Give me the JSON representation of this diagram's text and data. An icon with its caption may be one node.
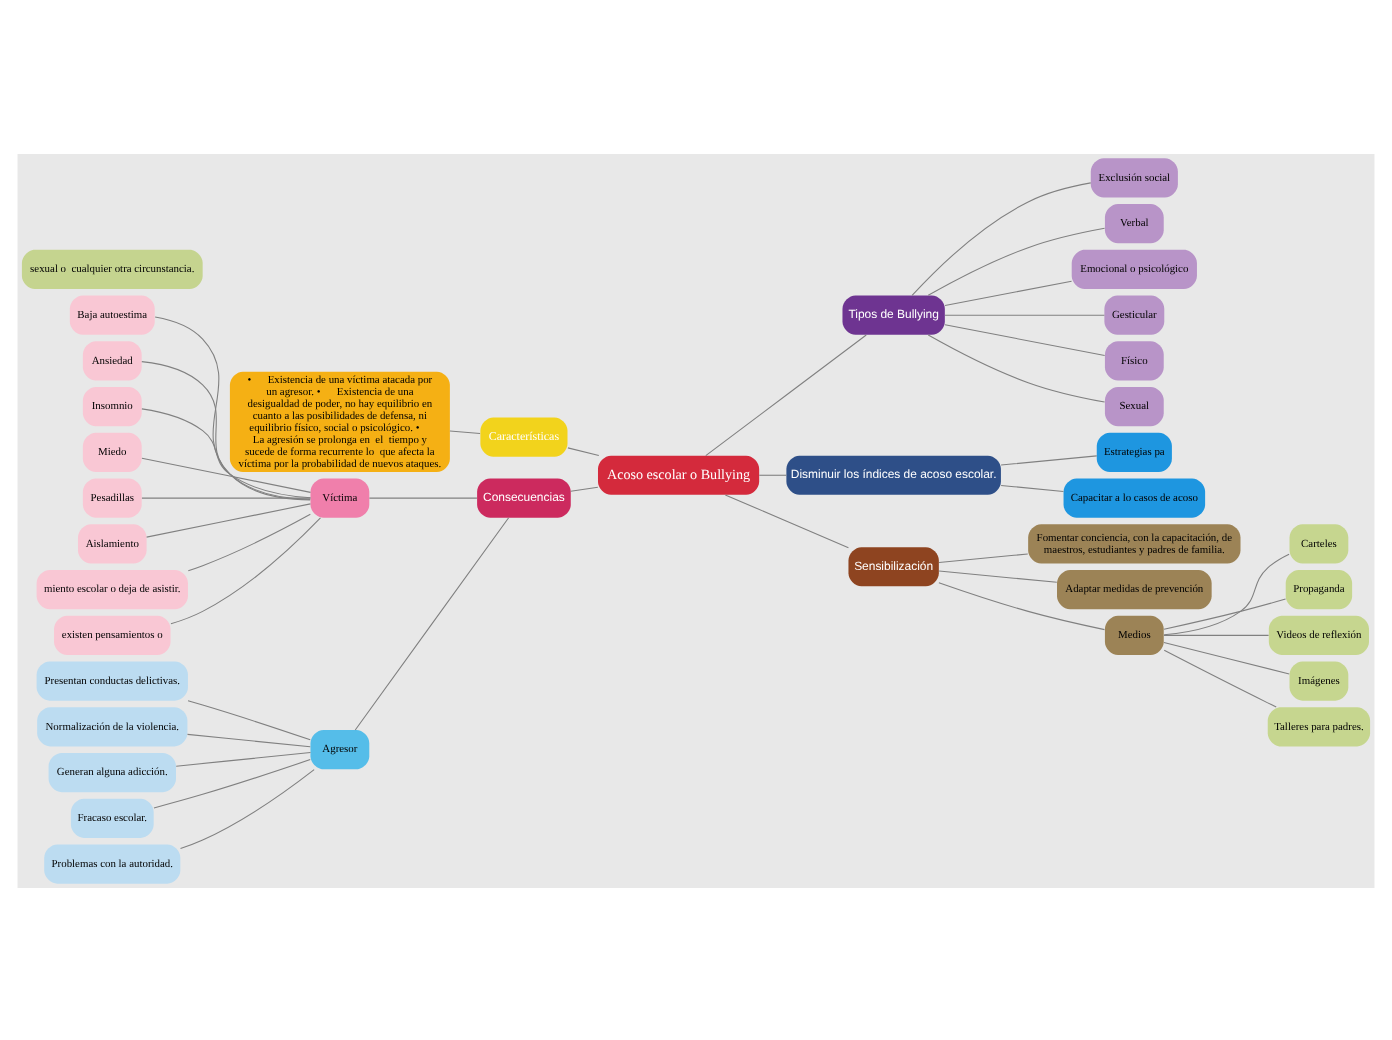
{
  "diagram": {
    "nodes": [
      {
        "text": [
          "Acoso escolar o Bullying"
        ]
      },
      {
        "text": [
          "sexual o  cualquier otra circunstancia."
        ]
      },
      {
        "text": [
          "Características"
        ]
      },
      {
        "text": [
          "•      Existencia de una víctima atacada por un agresor. •      Existencia de una desigualdad de poder, no hay equilibrio en cuanto a las posibilidades de defensa, ni  equilibrio físico, social o psicológico. •      La agresión se prolonga en  el  tiempo y sucede de forma recurrente lo  que afecta la víctima por la probabilidad de nuevos ataques."
        ]
      },
      {
        "text": [
          "Consecuencias"
        ]
      },
      {
        "text": [
          "Víctima"
        ]
      },
      {
        "text": [
          "Baja autoestima"
        ]
      },
      {
        "text": [
          "Ansiedad"
        ]
      },
      {
        "text": [
          "Insomnio"
        ]
      },
      {
        "text": [
          "Miedo"
        ]
      },
      {
        "text": [
          "Pesadillas"
        ]
      },
      {
        "text": [
          "Aislamiento"
        ]
      },
      {
        "text": [
          "miento escolar o deja de asistir."
        ]
      },
      {
        "text": [
          "existen pensamientos o"
        ]
      },
      {
        "text": [
          "Agresor"
        ]
      },
      {
        "text": [
          "Presentan conductas delictivas."
        ]
      },
      {
        "text": [
          "Normalización de la violencia."
        ]
      },
      {
        "text": [
          "Generan alguna adicción."
        ]
      },
      {
        "text": [
          "Fracaso escolar."
        ]
      },
      {
        "text": [
          "Problemas con la autoridad."
        ]
      },
      {
        "text": [
          "Tipos de Bullying"
        ]
      },
      {
        "text": [
          "Exclusión social"
        ]
      },
      {
        "text": [
          "Verbal"
        ]
      },
      {
        "text": [
          "Emocional o psicológico"
        ]
      },
      {
        "text": [
          "Gesticular"
        ]
      },
      {
        "text": [
          "Físico"
        ]
      },
      {
        "text": [
          "Sexual"
        ]
      },
      {
        "text": [
          "Disminuir los índices de acoso escolar."
        ]
      },
      {
        "text": [
          "Estrategias pa"
        ]
      },
      {
        "text": [
          "Capacitar a lo casos de acoso"
        ]
      },
      {
        "text": [
          "Sensibilización"
        ]
      },
      {
        "text": [
          "Fomentar conciencia, con la capacitación, de maestros, estudiantes y padres de familia."
        ]
      },
      {
        "text": [
          "Adaptar medidas de prevención"
        ]
      },
      {
        "text": [
          "Medios"
        ]
      },
      {
        "text": [
          "Carteles"
        ]
      },
      {
        "text": [
          "Propaganda"
        ]
      },
      {
        "text": [
          "Videos de reflexión"
        ]
      },
      {
        "text": [
          "Imágenes"
        ]
      },
      {
        "text": [
          "Talleres para padres."
        ]
      }
    ],
    "edges": [
      {
        "from": 0,
        "to": 2,
        "arrow": "none"
      },
      {
        "from": 2,
        "to": 3,
        "arrow": "none"
      },
      {
        "from": 0,
        "to": 4,
        "arrow": "none"
      },
      {
        "from": 4,
        "to": 5,
        "arrow": "none"
      },
      {
        "from": 5,
        "to": 6,
        "arrow": "none"
      },
      {
        "from": 5,
        "to": 7,
        "arrow": "none"
      },
      {
        "from": 5,
        "to": 8,
        "arrow": "none"
      },
      {
        "from": 5,
        "to": 9,
        "arrow": "none"
      },
      {
        "from": 5,
        "to": 10,
        "arrow": "none"
      },
      {
        "from": 5,
        "to": 11,
        "arrow": "none"
      },
      {
        "from": 5,
        "to": 12,
        "arrow": "none"
      },
      {
        "from": 5,
        "to": 13,
        "arrow": "none"
      },
      {
        "from": 4,
        "to": 14,
        "arrow": "none"
      },
      {
        "from": 14,
        "to": 15,
        "arrow": "none"
      },
      {
        "from": 14,
        "to": 16,
        "arrow": "none"
      },
      {
        "from": 14,
        "to": 17,
        "arrow": "none"
      },
      {
        "from": 14,
        "to": 18,
        "arrow": "none"
      },
      {
        "from": 14,
        "to": 19,
        "arrow": "none"
      },
      {
        "from": 0,
        "to": 20,
        "arrow": "none"
      },
      {
        "from": 20,
        "to": 21,
        "arrow": "none"
      },
      {
        "from": 20,
        "to": 22,
        "arrow": "none"
      },
      {
        "from": 20,
        "to": 23,
        "arrow": "none"
      },
      {
        "from": 20,
        "to": 24,
        "arrow": "none"
      },
      {
        "from": 20,
        "to": 25,
        "arrow": "none"
      },
      {
        "from": 20,
        "to": 26,
        "arrow": "none"
      },
      {
        "from": 0,
        "to": 27,
        "arrow": "none"
      },
      {
        "from": 27,
        "to": 28,
        "arrow": "none"
      },
      {
        "from": 27,
        "to": 29,
        "arrow": "none"
      },
      {
        "from": 0,
        "to": 30,
        "arrow": "none"
      },
      {
        "from": 30,
        "to": 31,
        "arrow": "none"
      },
      {
        "from": 30,
        "to": 32,
        "arrow": "none"
      },
      {
        "from": 30,
        "to": 33,
        "arrow": "none"
      },
      {
        "from": 33,
        "to": 34,
        "arrow": "none"
      },
      {
        "from": 33,
        "to": 35,
        "arrow": "none"
      },
      {
        "from": 33,
        "to": 36,
        "arrow": "none"
      },
      {
        "from": 33,
        "to": 37,
        "arrow": "none"
      },
      {
        "from": 33,
        "to": 38,
        "arrow": "none"
      }
    ]
  }
}
